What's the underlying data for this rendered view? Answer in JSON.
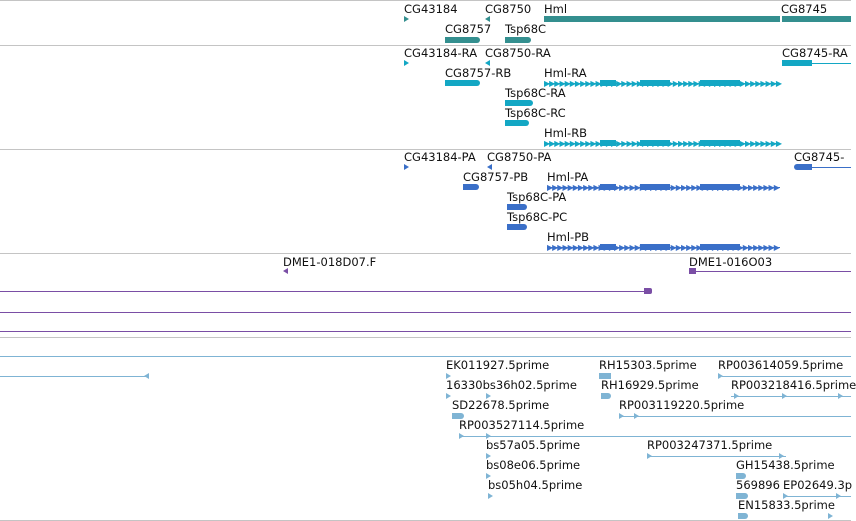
{
  "colors": {
    "gene": "#348f8f",
    "transcript": "#13a7c4",
    "protein": "#3a6fc8",
    "clone": "#7a4ea5",
    "est": "#7fb4d4",
    "divider": "#c4c4c4"
  },
  "tracks": {
    "genes": {
      "labels": [
        "CG43184",
        "CG8750",
        "Hml",
        "CG8745",
        "CG8757",
        "Tsp68C"
      ]
    },
    "transcripts": {
      "labels": [
        "CG43184-RA",
        "CG8750-RA",
        "CG8745-RA",
        "CG8757-RB",
        "Hml-RA",
        "Tsp68C-RA",
        "Tsp68C-RC",
        "Hml-RB"
      ]
    },
    "proteins": {
      "labels": [
        "CG43184-PA",
        "CG8750-PA",
        "CG8745-",
        "CG8757-PB",
        "Hml-PA",
        "Tsp68C-PA",
        "Tsp68C-PC",
        "Hml-PB"
      ]
    },
    "clones": {
      "labels": [
        "DME1-018D07.F",
        "DME1-016O03"
      ]
    },
    "ests": {
      "labels": [
        "EK011927.5prime",
        "RH15303.5prime",
        "RP003614059.5prime",
        "16330bs36h02.5prime",
        "RH16929.5prime",
        "RP003218416.5prime",
        "SD22678.5prime",
        "RP003119220.5prime",
        "RP003527114.5prime",
        "bs57a05.5prime",
        "RP003247371.5prime",
        "bs08e06.5prime",
        "GH15438.5prime",
        "bs05h04.5prime",
        "569896",
        "EP02649.3p",
        "EN15833.5prime"
      ]
    }
  }
}
